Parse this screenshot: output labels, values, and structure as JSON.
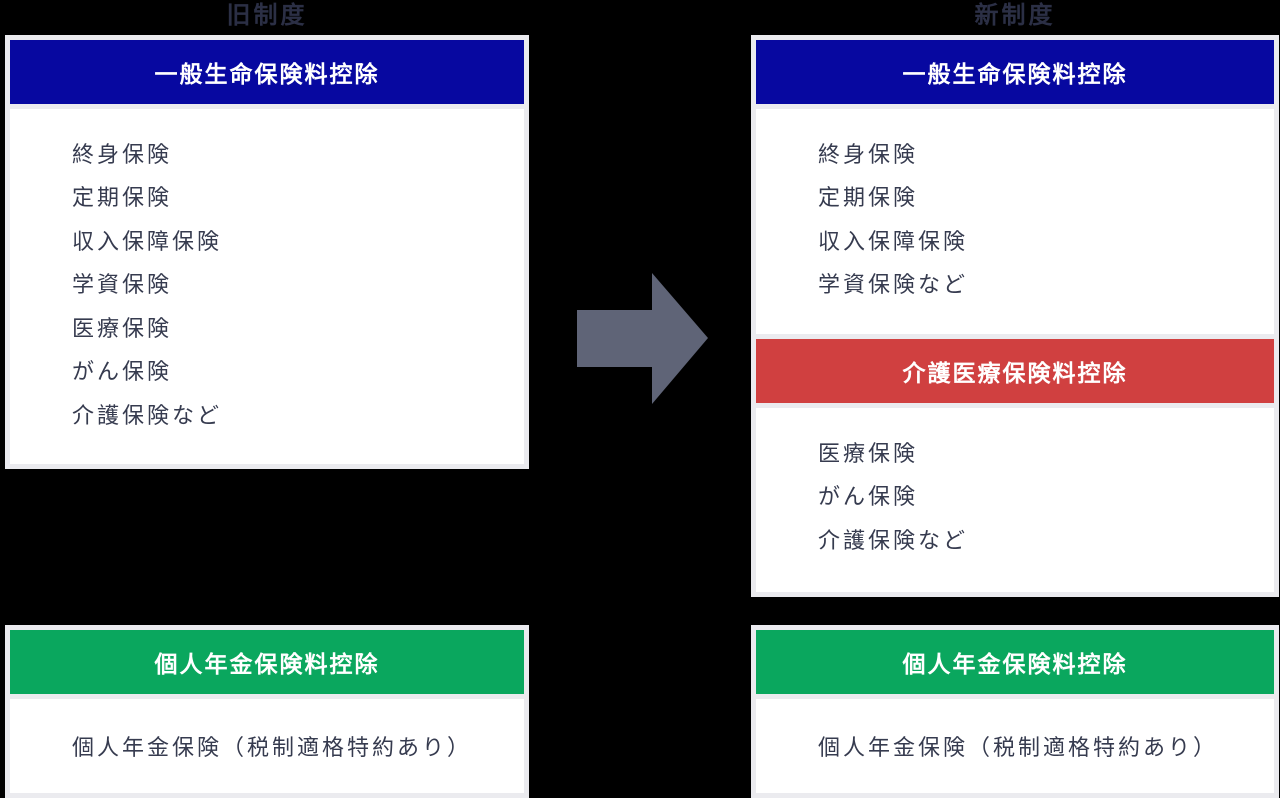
{
  "page": {
    "background_color": "#000000",
    "description_labels": {
      "left_column_title": "旧制度",
      "right_column_title": "新制度"
    }
  },
  "palette": {
    "general_life_header": "#0708a0",
    "nursing_medical_header": "#d04040",
    "pension_header": "#0aa75e",
    "card_frame": "#ebebef",
    "body_text": "#363b4f",
    "title_text": "#2b2f45",
    "arrow": "#5f6477"
  },
  "columns": [
    {
      "title": "旧制度",
      "cards": [
        {
          "sections": [
            {
              "type": "header",
              "label": "一般生命保険料控除",
              "color": "#0708a0"
            },
            {
              "type": "list",
              "items": [
                "終身保険",
                "定期保険",
                "収入保障保険",
                "学資保険",
                "医療保険",
                "がん保険",
                "介護保険など"
              ]
            }
          ]
        },
        {
          "sections": [
            {
              "type": "header",
              "label": "個人年金保険料控除",
              "color": "#0aa75e"
            },
            {
              "type": "list",
              "items": [
                "個人年金保険（税制適格特約あり）"
              ]
            }
          ]
        }
      ]
    },
    {
      "title": "新制度",
      "cards": [
        {
          "sections": [
            {
              "type": "header",
              "label": "一般生命保険料控除",
              "color": "#0708a0"
            },
            {
              "type": "list",
              "items": [
                "終身保険",
                "定期保険",
                "収入保障保険",
                "学資保険など"
              ]
            },
            {
              "type": "header",
              "label": "介護医療保険料控除",
              "color": "#d04040"
            },
            {
              "type": "list",
              "items": [
                "医療保険",
                "がん保険",
                "介護保険など"
              ]
            }
          ]
        },
        {
          "sections": [
            {
              "type": "header",
              "label": "個人年金保険料控除",
              "color": "#0aa75e"
            },
            {
              "type": "list",
              "items": [
                "個人年金保険（税制適格特約あり）"
              ]
            }
          ]
        }
      ]
    }
  ],
  "arrow": {
    "name": "right-arrow",
    "color": "#5f6477"
  }
}
